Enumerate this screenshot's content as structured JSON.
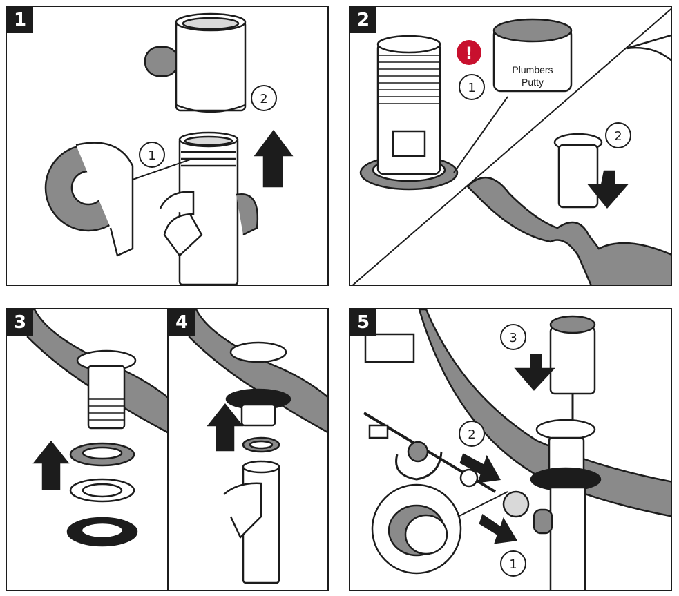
{
  "panels": [
    {
      "step": "1",
      "callouts": [
        "1",
        "2"
      ]
    },
    {
      "step": "2",
      "callouts": [
        "1",
        "2"
      ],
      "warning_glyph": "!",
      "putty_label_line1": "Plumbers",
      "putty_label_line2": "Putty"
    },
    {
      "step": "3"
    },
    {
      "step": "4"
    },
    {
      "step": "5",
      "callouts": [
        "3",
        "2",
        "1"
      ]
    }
  ],
  "colors": {
    "outline": "#1c1c1c",
    "fill_gray": "#8a8a8a",
    "light_gray": "#d9d9d9",
    "warning_red": "#c8102e"
  }
}
